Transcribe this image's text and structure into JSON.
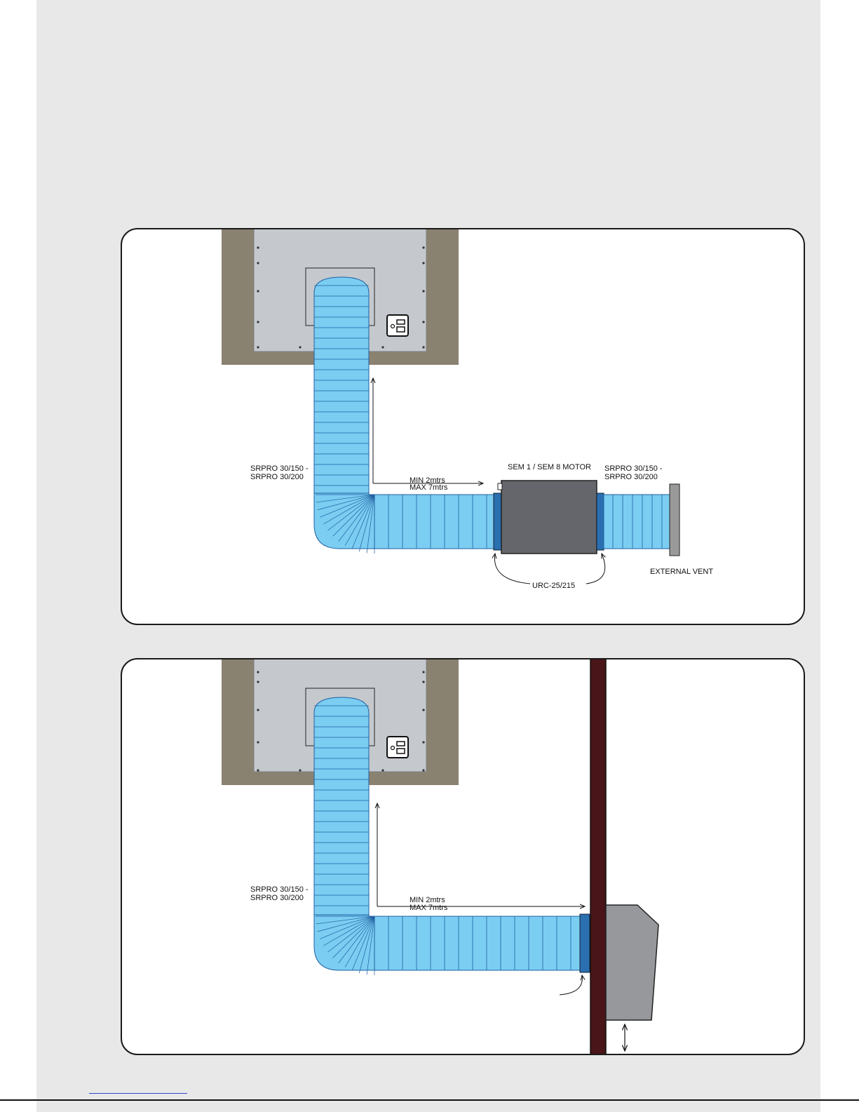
{
  "top_panel": {
    "duct_label": [
      "SRPRO 30/150 -",
      "SRPRO 30/200"
    ],
    "length_min": "MIN 2mtrs",
    "length_max": "MAX 7mtrs",
    "motor_label": "SEM 1 / SEM 8 MOTOR",
    "duct_label_right": [
      "SRPRO 30/150 -",
      "SRPRO 30/200"
    ],
    "vent_label": "EXTERNAL VENT",
    "connector_label": "URC-25/215"
  },
  "bottom_panel": {
    "duct_label": [
      "SRPRO 30/150 -",
      "SRPRO 30/200"
    ],
    "length_min": "MIN 2mtrs",
    "length_max": "MAX 7mtrs"
  },
  "colors": {
    "page_bg": "#e8e8e8",
    "cabinet": "#8a8270",
    "hood_panel": "#c5c9ce",
    "duct": "#7bcdf2",
    "duct_ring": "#1f5fa0",
    "motor": "#64666b",
    "vent": "#9a9a9a",
    "wall": "#4a1518",
    "outdoor_motor": "#96989b"
  }
}
